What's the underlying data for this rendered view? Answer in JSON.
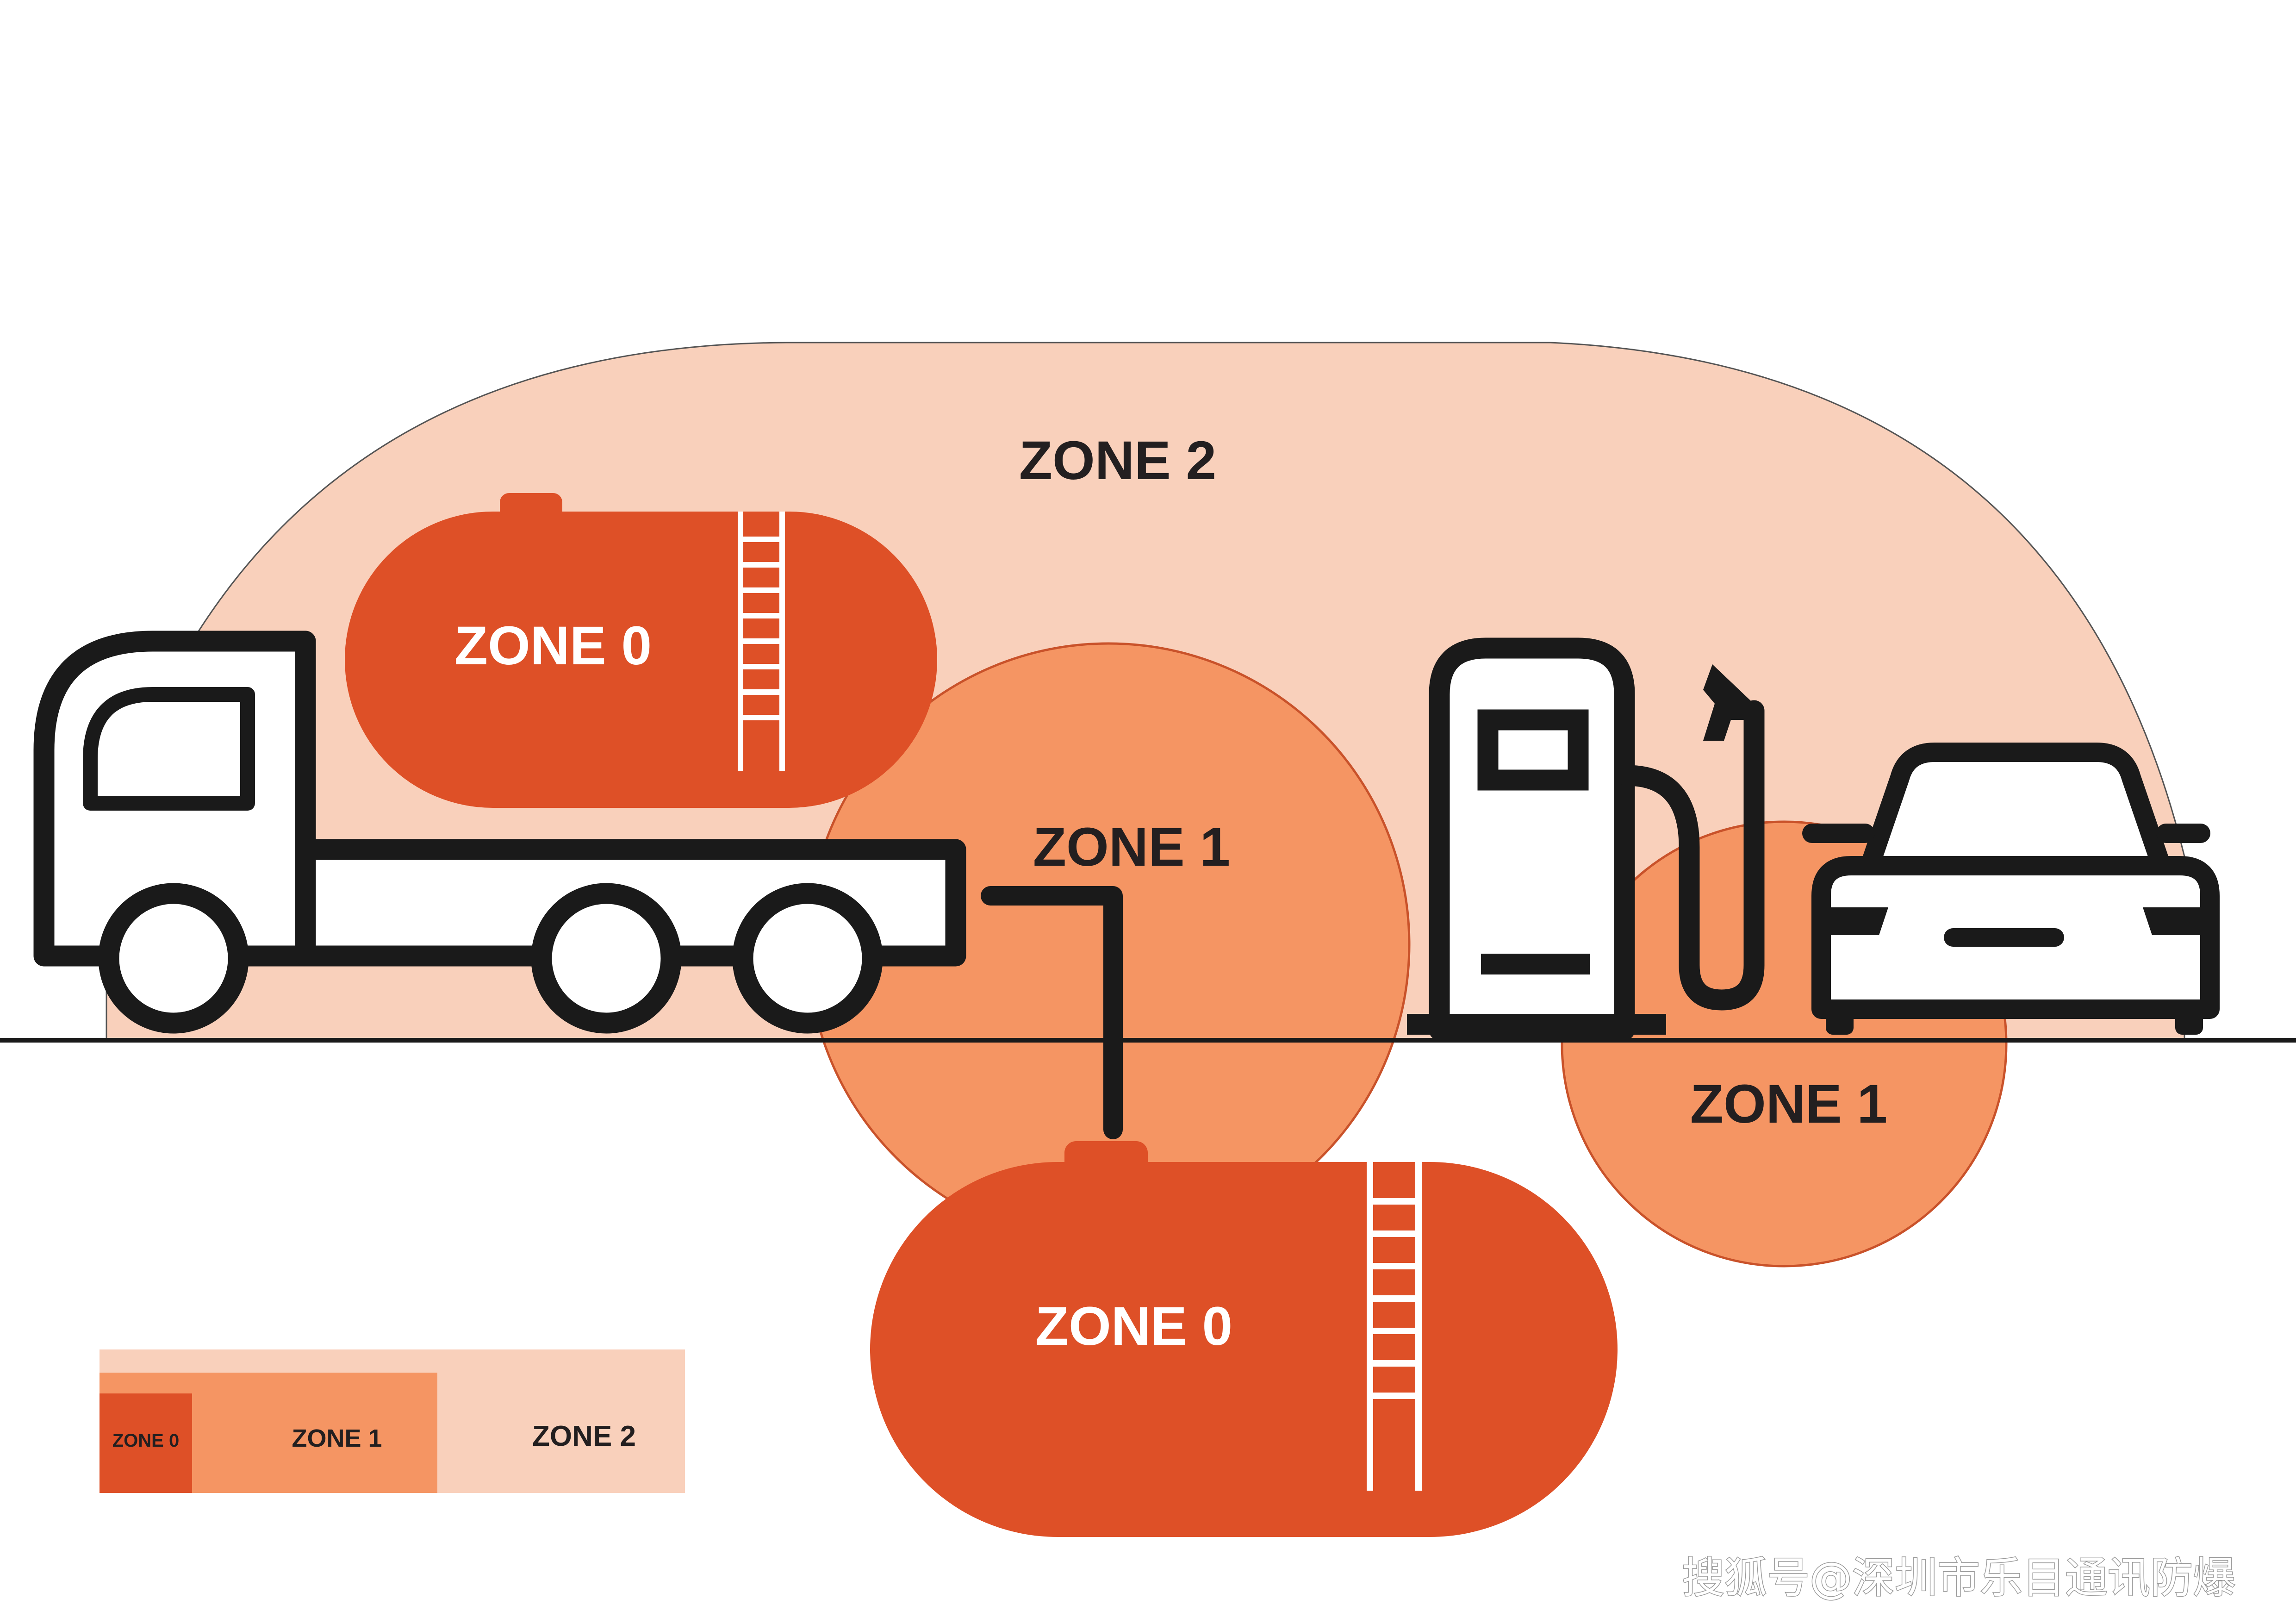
{
  "colors": {
    "zone0": "#de5027",
    "zone1": "#f59563",
    "zone2": "#f9d0bb",
    "outline": "#1a1a1a",
    "label_dark": "#231f20",
    "label_light": "#ffffff",
    "watermark": "#ffffff"
  },
  "labels": {
    "zone2_main": "ZONE 2",
    "zone0_truck": "ZONE 0",
    "zone1_center": "ZONE 1",
    "zone1_right": "ZONE 1",
    "zone0_underground": "ZONE 0"
  },
  "legend": {
    "zone0": "ZONE 0",
    "zone1": "ZONE 1",
    "zone2": "ZONE 2"
  },
  "icons": {
    "truck": "tanker-truck-icon",
    "pump": "fuel-pump-icon",
    "car": "car-icon",
    "ladder": "ladder-icon"
  },
  "watermark": {
    "text": "搜狐号@深圳市乐目通讯防爆"
  }
}
